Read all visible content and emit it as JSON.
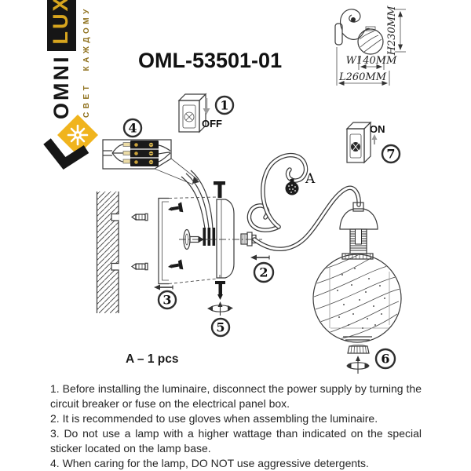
{
  "brand": {
    "name_primary": "OMNI",
    "name_secondary": "LUX",
    "tagline": "СВЕТ КАЖДОМУ"
  },
  "title": "OML-53501-01",
  "dimensions": {
    "height": "H230MM",
    "width": "W140MM",
    "length": "L260MM"
  },
  "switch_labels": {
    "off": "OFF",
    "on": "ON"
  },
  "steps": {
    "s1": "1",
    "s2": "2",
    "s3": "3",
    "s4": "4",
    "s5": "5",
    "s6": "6",
    "s7": "7"
  },
  "part_label": "A",
  "parts_note": "A – 1 pcs",
  "instructions": [
    "1. Before installing the luminaire, disconnect the power supply by turning the circuit breaker or fuse on the electrical panel box.",
    "2. It is recommended to use gloves when assembling the luminaire.",
    "3. Do not use a lamp with a higher wattage than indicated on the special sticker located on the lamp base.",
    "4. When caring for the lamp, DO NOT use aggressive detergents."
  ],
  "colors": {
    "accent_gold": "#f0b41e",
    "ink": "#1a1a1a"
  }
}
